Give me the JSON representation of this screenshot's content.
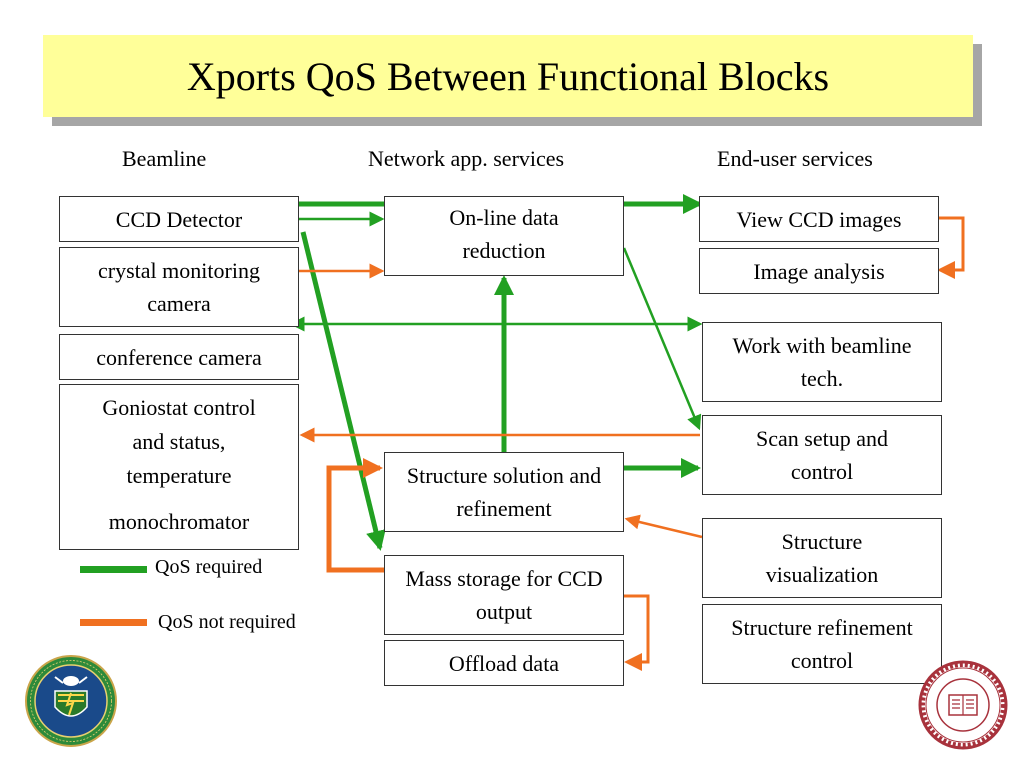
{
  "title": "Xports QoS Between Functional Blocks",
  "columns": {
    "beamline": "Beamline",
    "network": "Network app. services",
    "enduser": "End-user services"
  },
  "beamline": {
    "ccd_detector": "CCD Detector",
    "crystal_camera": "crystal monitoring camera",
    "conference_camera": "conference camera",
    "goniostat": [
      "Goniostat control",
      "and status,",
      "temperature"
    ],
    "monochromator": "monochromator"
  },
  "network": {
    "online_reduction": "On-line data reduction",
    "structure_solution": "Structure solution and refinement",
    "mass_storage": "Mass storage for CCD output",
    "offload": "Offload data"
  },
  "enduser": {
    "view_ccd": "View CCD images",
    "image_analysis": "Image analysis",
    "work_tech": "Work with beamline tech.",
    "scan_setup": "Scan setup and control",
    "structure_vis": "Structure visualization",
    "structure_refine": "Structure refinement control"
  },
  "legend": {
    "qos_required": "QoS required",
    "qos_not_required": "QoS not required"
  },
  "colors": {
    "qos_required": "#22a022",
    "qos_not_required": "#f07020",
    "title_bg": "#ffff99",
    "title_shadow": "#a6a6a6"
  },
  "logos": {
    "left": "doe-seal",
    "right": "indiana-university-seal"
  }
}
